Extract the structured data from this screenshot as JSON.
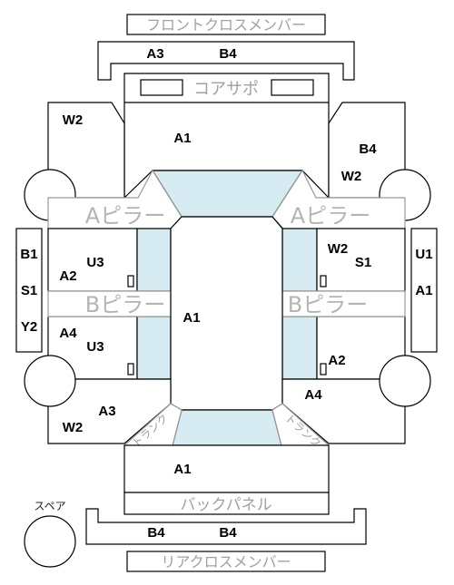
{
  "parts": {
    "front_cross_member": "フロントクロスメンバー",
    "core_support": "コアサポ",
    "a_pillar": "Aピラー",
    "b_pillar": "Bピラー",
    "back_panel": "バックパネル",
    "rear_cross_member": "リアクロスメンバー",
    "spare": "スペア",
    "trunk_left": "トランク",
    "trunk_right": "トランク"
  },
  "codes": {
    "front_member_left": "A3",
    "front_member_right": "B4",
    "front_left_fender": "W2",
    "hood": "A1",
    "front_right_fender_top": "B4",
    "front_right_fender_bottom": "W2",
    "left_strip": [
      "B1",
      "S1",
      "Y2"
    ],
    "right_strip": [
      "U1",
      "A1"
    ],
    "front_left_door_a": "A2",
    "front_left_door_b": "U3",
    "front_right_door_a": "W2",
    "front_right_door_b": "S1",
    "roof": "A1",
    "rear_left_door_a": "A4",
    "rear_left_door_b": "U3",
    "rear_right_door": "A2",
    "rear_left_fender_top": "A3",
    "rear_left_fender_bottom": "W2",
    "rear_right_fender": "A4",
    "trunk_lid": "A1",
    "rear_member_left": "B4",
    "rear_member_right": "B4"
  }
}
